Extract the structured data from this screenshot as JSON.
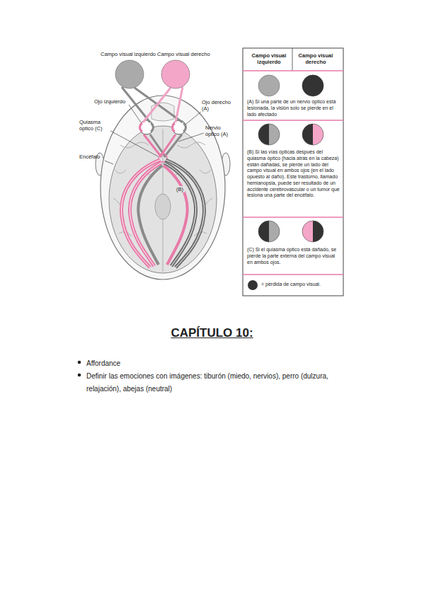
{
  "diagram": {
    "title": "CAPÍTULO 10:",
    "nodes": [
      {
        "text": [
          "Campo visual izquierdo"
        ]
      },
      {
        "text": [
          "Campo visual derecho"
        ]
      }
    ],
    "labels": [
      "Ojo izquierdo",
      "Ojo derecho (A)",
      "Quiasma óptico (C)",
      "Nervio óptico (A)",
      "Encéfalo",
      "(B)",
      "Campo visual izquierdo",
      "Campo visual derecho",
      "(A) Si una parte de un nervio óptico está lesionada, la visión solo se pierde en el lado afectado",
      "(B) Si las vías ópticas después del quiasma óptico (hacia atrás en la cabeza) están dañadas, se pierde un lado del campo visual en ambos ojos (en el lado opuesto al daño). Este trastorno, llamado hemianopsia, puede ser resultado de un accidente cerebrovascular o un tumor que lesiona una parte del encéfalo.",
      "(C) Si el quiasma óptico está dañado, se pierde la parte externa del campo visual en ambos ojos.",
      "Affordance",
      "Definir las emociones con imágenes: tiburón (miedo, nervios), perro (dulzura, relajación), abejas (neutral)"
    ],
    "legend": [
      {
        "text": "= pérdida de campo visual.",
        "color": "#333333"
      }
    ]
  }
}
